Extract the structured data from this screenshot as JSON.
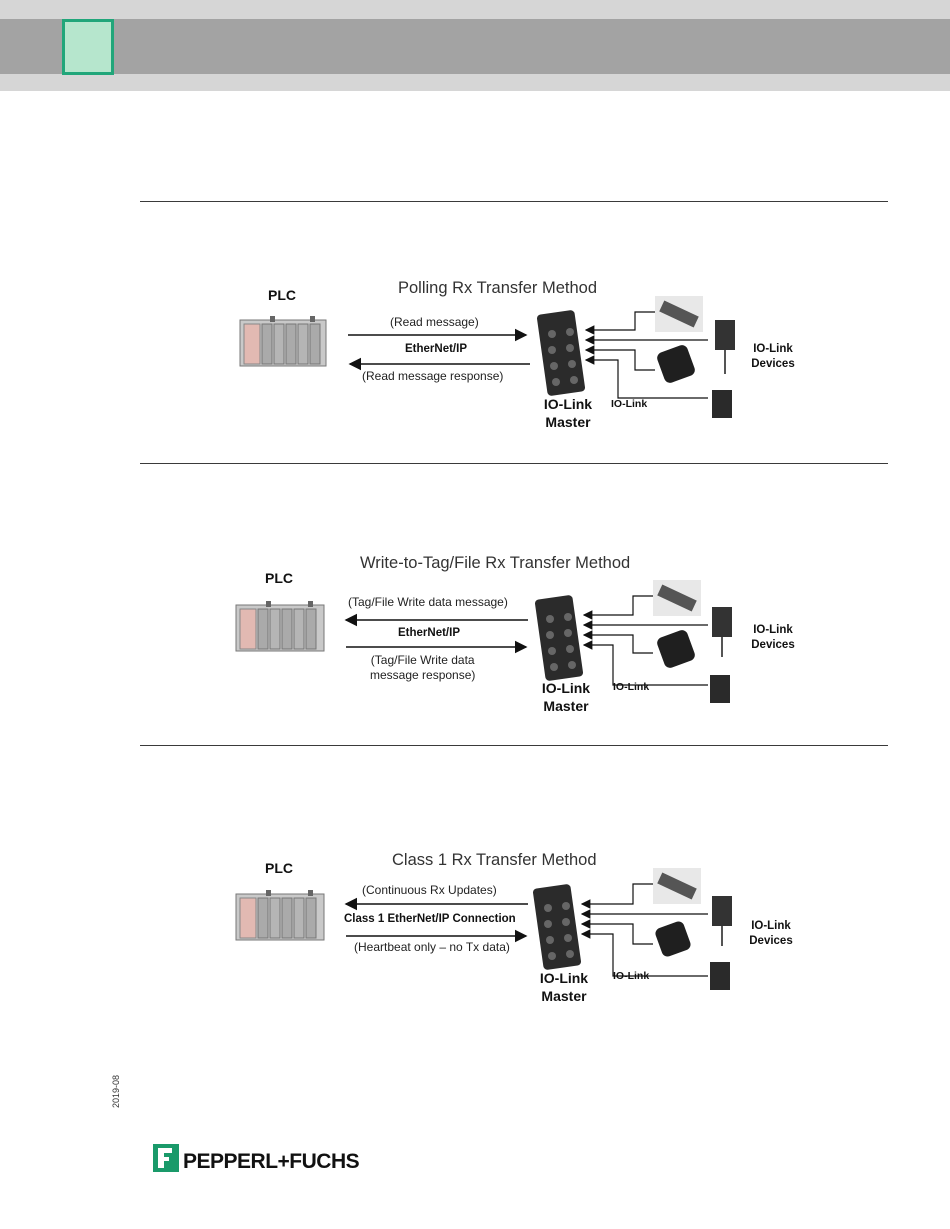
{
  "colors": {
    "accent_green": "#21a67a",
    "header_gray": "#a3a3a3"
  },
  "diagrams": [
    {
      "title": "Polling Rx Transfer Method",
      "plc_label": "PLC",
      "upper_message": "(Read message)",
      "protocol_label": "EtherNet/IP",
      "lower_message": "(Read message response)",
      "master_label_1": "IO-Link",
      "master_label_2": "Master",
      "iolink_label": "IO-Link",
      "devices_label_1": "IO-Link",
      "devices_label_2": "Devices"
    },
    {
      "title": "Write-to-Tag/File Rx Transfer Method",
      "plc_label": "PLC",
      "upper_message": "(Tag/File Write data message)",
      "protocol_label": "EtherNet/IP",
      "lower_message_1": "(Tag/File Write data",
      "lower_message_2": "message response)",
      "master_label_1": "IO-Link",
      "master_label_2": "Master",
      "iolink_label": "IO-Link",
      "devices_label_1": "IO-Link",
      "devices_label_2": "Devices"
    },
    {
      "title": "Class 1 Rx Transfer Method",
      "plc_label": "PLC",
      "upper_message": "(Continuous Rx Updates)",
      "protocol_label": "Class 1 EtherNet/IP Connection",
      "lower_message": "(Heartbeat only – no Tx data)",
      "master_label_1": "IO-Link",
      "master_label_2": "Master",
      "iolink_label": "IO-Link",
      "devices_label_1": "IO-Link",
      "devices_label_2": "Devices"
    }
  ],
  "footer": {
    "date": "2019-08",
    "logo_text": "PEPPERL+FUCHS"
  }
}
